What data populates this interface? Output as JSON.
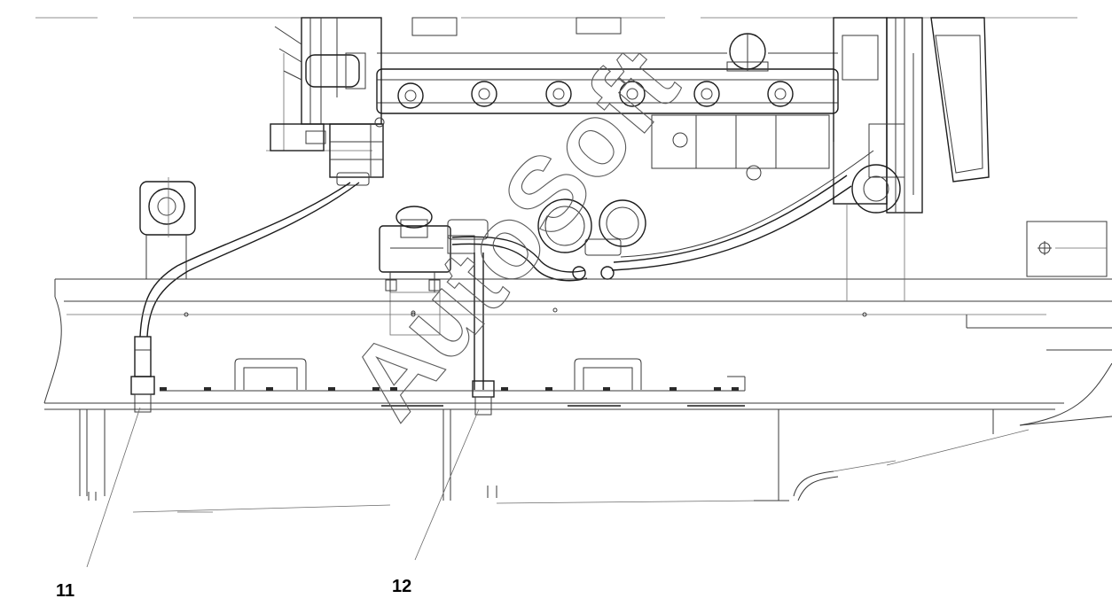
{
  "diagram": {
    "callouts": [
      {
        "id": "11",
        "label": "11"
      },
      {
        "id": "12",
        "label": "12"
      }
    ],
    "watermark": "AutoSoft",
    "colors": {
      "line": "#3a3a3a",
      "background": "#ffffff",
      "label": "#000000"
    }
  }
}
